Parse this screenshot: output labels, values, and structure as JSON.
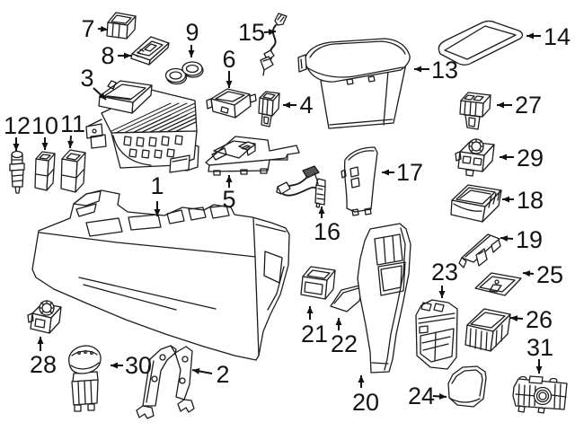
{
  "diagram": {
    "kind": "exploded-parts-diagram",
    "background_color": "#ffffff",
    "line_color": "#1c1c1c",
    "label_color": "#141414",
    "arrow_color": "#111111",
    "callouts": [
      {
        "number": "1",
        "drawing": "console-body-drawing"
      },
      {
        "number": "2",
        "drawing": "mounting-bracket-drawing"
      },
      {
        "number": "3",
        "drawing": "console-frame-drawing"
      },
      {
        "number": "4",
        "drawing": "small-switch-drawing"
      },
      {
        "number": "5",
        "drawing": "tray-panel-drawing"
      },
      {
        "number": "6",
        "drawing": "open-box-drawing"
      },
      {
        "number": "7",
        "drawing": "switch-block-drawing"
      },
      {
        "number": "8",
        "drawing": "trim-plate-drawing"
      },
      {
        "number": "9",
        "drawing": "cupholder-insert-drawing"
      },
      {
        "number": "10",
        "drawing": "switch-drawing"
      },
      {
        "number": "11",
        "drawing": "switch-drawing"
      },
      {
        "number": "12",
        "drawing": "power-outlet-drawing"
      },
      {
        "number": "13",
        "drawing": "armrest-drawing"
      },
      {
        "number": "14",
        "drawing": "lid-seal-drawing"
      },
      {
        "number": "15",
        "drawing": "wiring-harness-drawing"
      },
      {
        "number": "16",
        "drawing": "wiring-harness-drawing"
      },
      {
        "number": "17",
        "drawing": "side-trim-panel-drawing"
      },
      {
        "number": "18",
        "drawing": "storage-bin-drawing"
      },
      {
        "number": "19",
        "drawing": "bracket-drawing"
      },
      {
        "number": "20",
        "drawing": "rear-panel-drawing"
      },
      {
        "number": "21",
        "drawing": "switch-housing-drawing"
      },
      {
        "number": "22",
        "drawing": "trim-cap-drawing"
      },
      {
        "number": "23",
        "drawing": "rear-vent-panel-drawing"
      },
      {
        "number": "24",
        "drawing": "storage-pocket-drawing"
      },
      {
        "number": "25",
        "drawing": "trim-plate-drawing"
      },
      {
        "number": "26",
        "drawing": "storage-pocket-drawing"
      },
      {
        "number": "27",
        "drawing": "switch-unit-drawing"
      },
      {
        "number": "28",
        "drawing": "dial-switch-drawing"
      },
      {
        "number": "29",
        "drawing": "dial-switch-drawing"
      },
      {
        "number": "30",
        "drawing": "shift-knob-drawing"
      },
      {
        "number": "31",
        "drawing": "control-panel-drawing"
      }
    ]
  }
}
